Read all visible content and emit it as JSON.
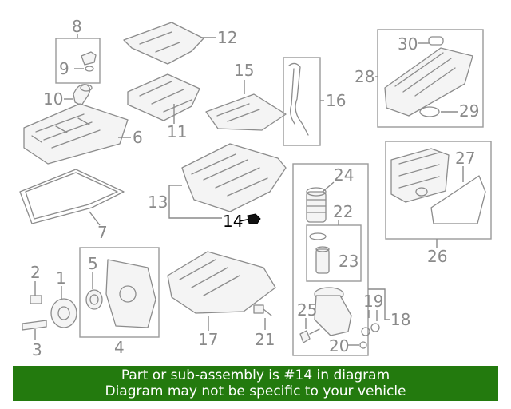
{
  "diagram": {
    "highlighted_part": "14",
    "labels": {
      "p1": "1",
      "p2": "2",
      "p3": "3",
      "p4": "4",
      "p5": "5",
      "p6": "6",
      "p7": "7",
      "p8": "8",
      "p9": "9",
      "p10": "10",
      "p11": "11",
      "p12": "12",
      "p13": "13",
      "p14": "14",
      "p15": "15",
      "p16": "16",
      "p17": "17",
      "p18": "18",
      "p19": "19",
      "p20": "20",
      "p21": "21",
      "p22": "22",
      "p23": "23",
      "p24": "24",
      "p25": "25",
      "p26": "26",
      "p27": "27",
      "p28": "28",
      "p29": "29",
      "p30": "30"
    },
    "colors": {
      "line": "#8c8c8c",
      "highlight": "#000000",
      "banner": "#237a0e"
    }
  },
  "banner": {
    "line1": "Part or sub-assembly is #14 in diagram",
    "line2": "Diagram may not be specific to your vehicle"
  }
}
